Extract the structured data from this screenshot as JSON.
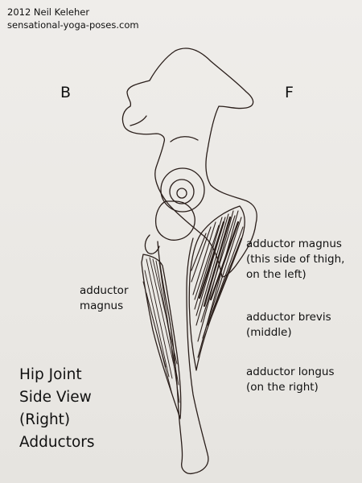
{
  "credit": {
    "line1": "2012 Neil Keleher",
    "line2": "sensational-yoga-poses.com"
  },
  "orientation": {
    "back": "B",
    "front": "F"
  },
  "labels": {
    "left_muscle": [
      "adductor",
      "magnus"
    ],
    "right_group": [
      [
        "adductor magnus",
        "(this side of thigh,",
        "on the left)"
      ],
      [
        "adductor brevis",
        "(middle)"
      ],
      [
        "adductor longus",
        "(on the right)"
      ]
    ]
  },
  "title": [
    "Hip Joint",
    "Side View",
    "(Right)",
    "Adductors"
  ],
  "colors": {
    "ink": "#2a1e1a",
    "paper": "#eceae6",
    "text": "#111111"
  }
}
